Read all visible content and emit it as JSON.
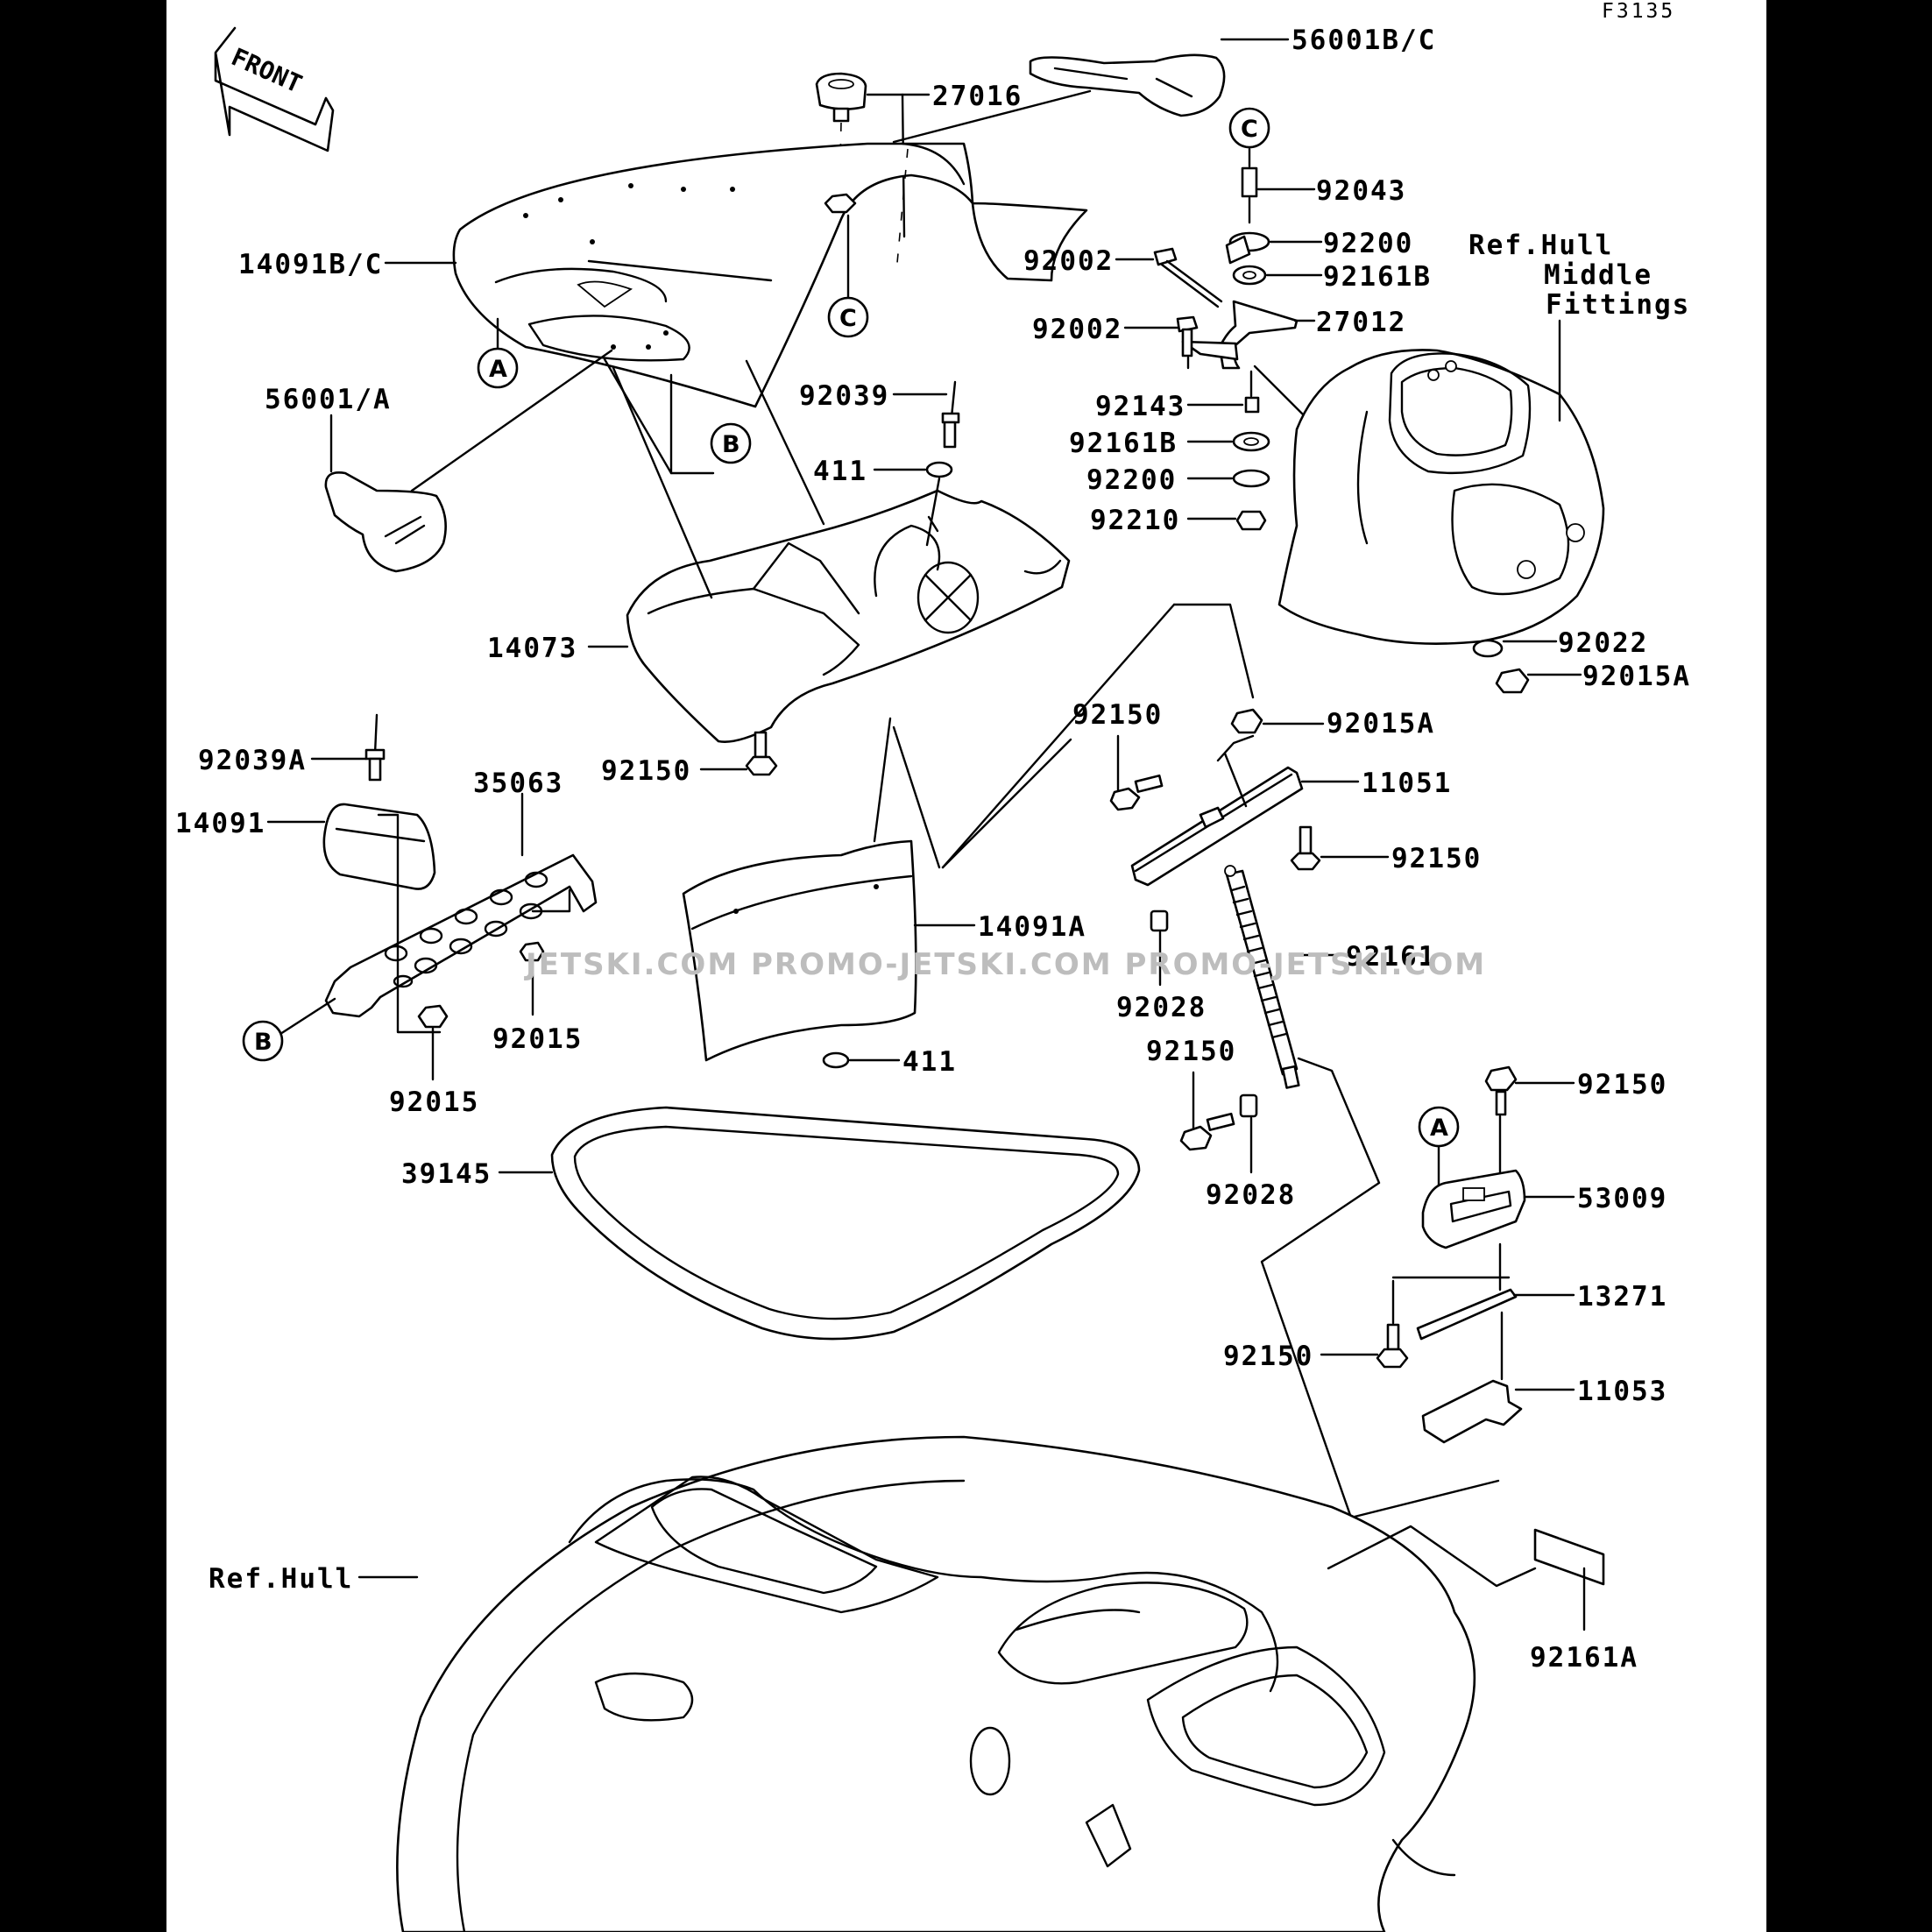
{
  "figure_code": "F3135",
  "front_label": "FRONT",
  "watermark": "JETSKI.COM  PROMO-JETSKI.COM  PROMO-JETSKI.COM",
  "callouts": {
    "a": "A",
    "b": "B",
    "c": "C"
  },
  "parts": {
    "p56001bc": "56001B/C",
    "p27016": "27016",
    "p14091bc": "14091B/C",
    "p56001a": "56001/A",
    "p92039": "92039",
    "p411_top": "411",
    "p14073": "14073",
    "p92150_seat": "92150",
    "p92043": "92043",
    "p92200_top": "92200",
    "p92161b_top": "92161B",
    "p92002_top": "92002",
    "p92002_mid": "92002",
    "p27012": "27012",
    "p92143": "92143",
    "p92161b_bot": "92161B",
    "p92200_bot": "92200",
    "p92210": "92210",
    "ref_middle_1": "Ref.Hull",
    "ref_middle_2": "Middle",
    "ref_middle_3": "Fittings",
    "p92022": "92022",
    "p92015a_right": "92015A",
    "p92150_mid": "92150",
    "p92015a_mid": "92015A",
    "p11051": "11051",
    "p92150_right": "92150",
    "p92039a": "92039A",
    "p35063": "35063",
    "p14091": "14091",
    "p14091a": "14091A",
    "p92161": "92161",
    "p92028_top": "92028",
    "p92015_mid": "92015",
    "p92015_bot": "92015",
    "p411_bot": "411",
    "p92150_lower": "92150",
    "p92150_53009": "92150",
    "p53009": "53009",
    "p39145": "39145",
    "p92028_bot": "92028",
    "p13271": "13271",
    "p92150_bottom": "92150",
    "p11053": "11053",
    "ref_hull": "Ref.Hull",
    "p92161a": "92161A"
  }
}
